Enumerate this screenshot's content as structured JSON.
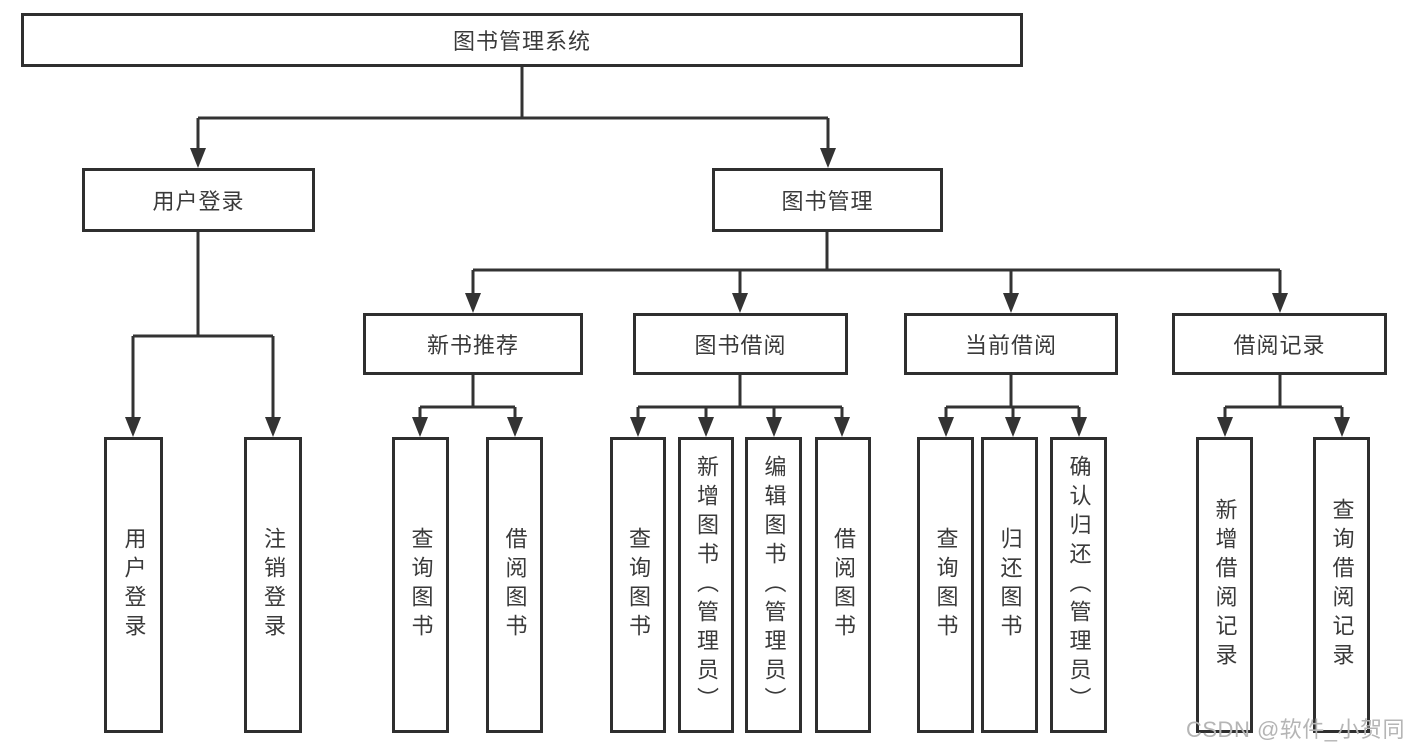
{
  "diagram": {
    "root": {
      "label": "图书管理系统"
    },
    "branches": [
      {
        "label": "用户登录",
        "children": [
          {
            "label": "用户登录"
          },
          {
            "label": "注销登录"
          }
        ]
      },
      {
        "label": "图书管理",
        "children": [
          {
            "label": "新书推荐",
            "children": [
              {
                "label": "查询图书"
              },
              {
                "label": "借阅图书"
              }
            ]
          },
          {
            "label": "图书借阅",
            "children": [
              {
                "label": "查询图书"
              },
              {
                "label": "新增图书（管理员）"
              },
              {
                "label": "编辑图书（管理员）"
              },
              {
                "label": "借阅图书"
              }
            ]
          },
          {
            "label": "当前借阅",
            "children": [
              {
                "label": "查询图书"
              },
              {
                "label": "归还图书"
              },
              {
                "label": "确认归还（管理员）"
              }
            ]
          },
          {
            "label": "借阅记录",
            "children": [
              {
                "label": "新增借阅记录"
              },
              {
                "label": "查询借阅记录"
              }
            ]
          }
        ]
      }
    ]
  },
  "watermark": {
    "text": "CSDN @软件_小贺同学"
  },
  "colors": {
    "line": "#333333",
    "border": "#2f2f2f",
    "text": "#3a3a3a",
    "watermark": "#b5b5b5",
    "background": "#ffffff"
  }
}
